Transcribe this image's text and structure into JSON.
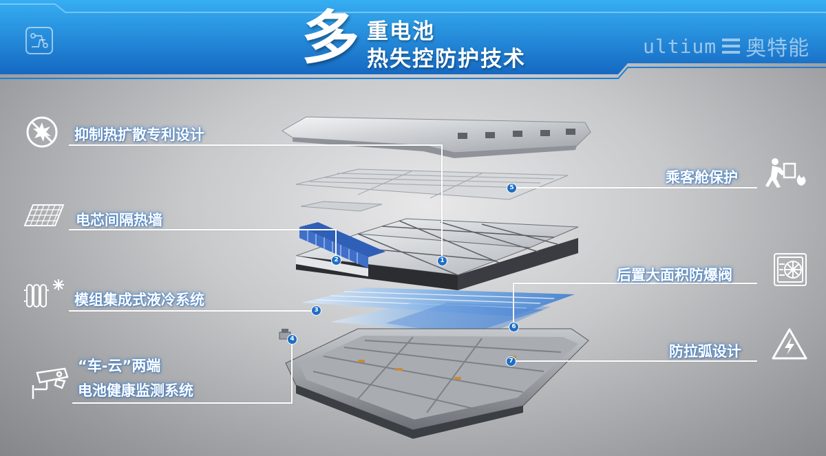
{
  "header": {
    "title_big": "多",
    "title_line1": "重电池",
    "title_line2": "热失控防护技术",
    "brand_latin": "ultium",
    "brand_cn": "奥特能"
  },
  "features": {
    "left": [
      {
        "label": "抑制热扩散专利设计",
        "icon": "no-explosion-icon"
      },
      {
        "label": "电芯间隔热墙",
        "icon": "cell-grid-icon"
      },
      {
        "label": "模组集成式液冷系统",
        "icon": "radiator-snowflake-icon"
      },
      {
        "label_line1": "“车-云”两端",
        "label_line2": "电池健康监测系统",
        "icon": "camera-monitor-icon"
      }
    ],
    "right": [
      {
        "label": "乘客舱保护",
        "icon": "person-pushing-fire-icon"
      },
      {
        "label": "后置大面积防爆阀",
        "icon": "vent-valve-icon"
      },
      {
        "label": "防拉弧设计",
        "icon": "high-voltage-warning-icon"
      }
    ]
  },
  "markers": [
    "1",
    "2",
    "3",
    "4",
    "5",
    "6",
    "7"
  ],
  "colors": {
    "header_blue": "#1d7fd4",
    "header_blue_light": "#2fa5ee",
    "marker_blue": "#1f6fc4",
    "label_glow": "#3c82d2"
  }
}
